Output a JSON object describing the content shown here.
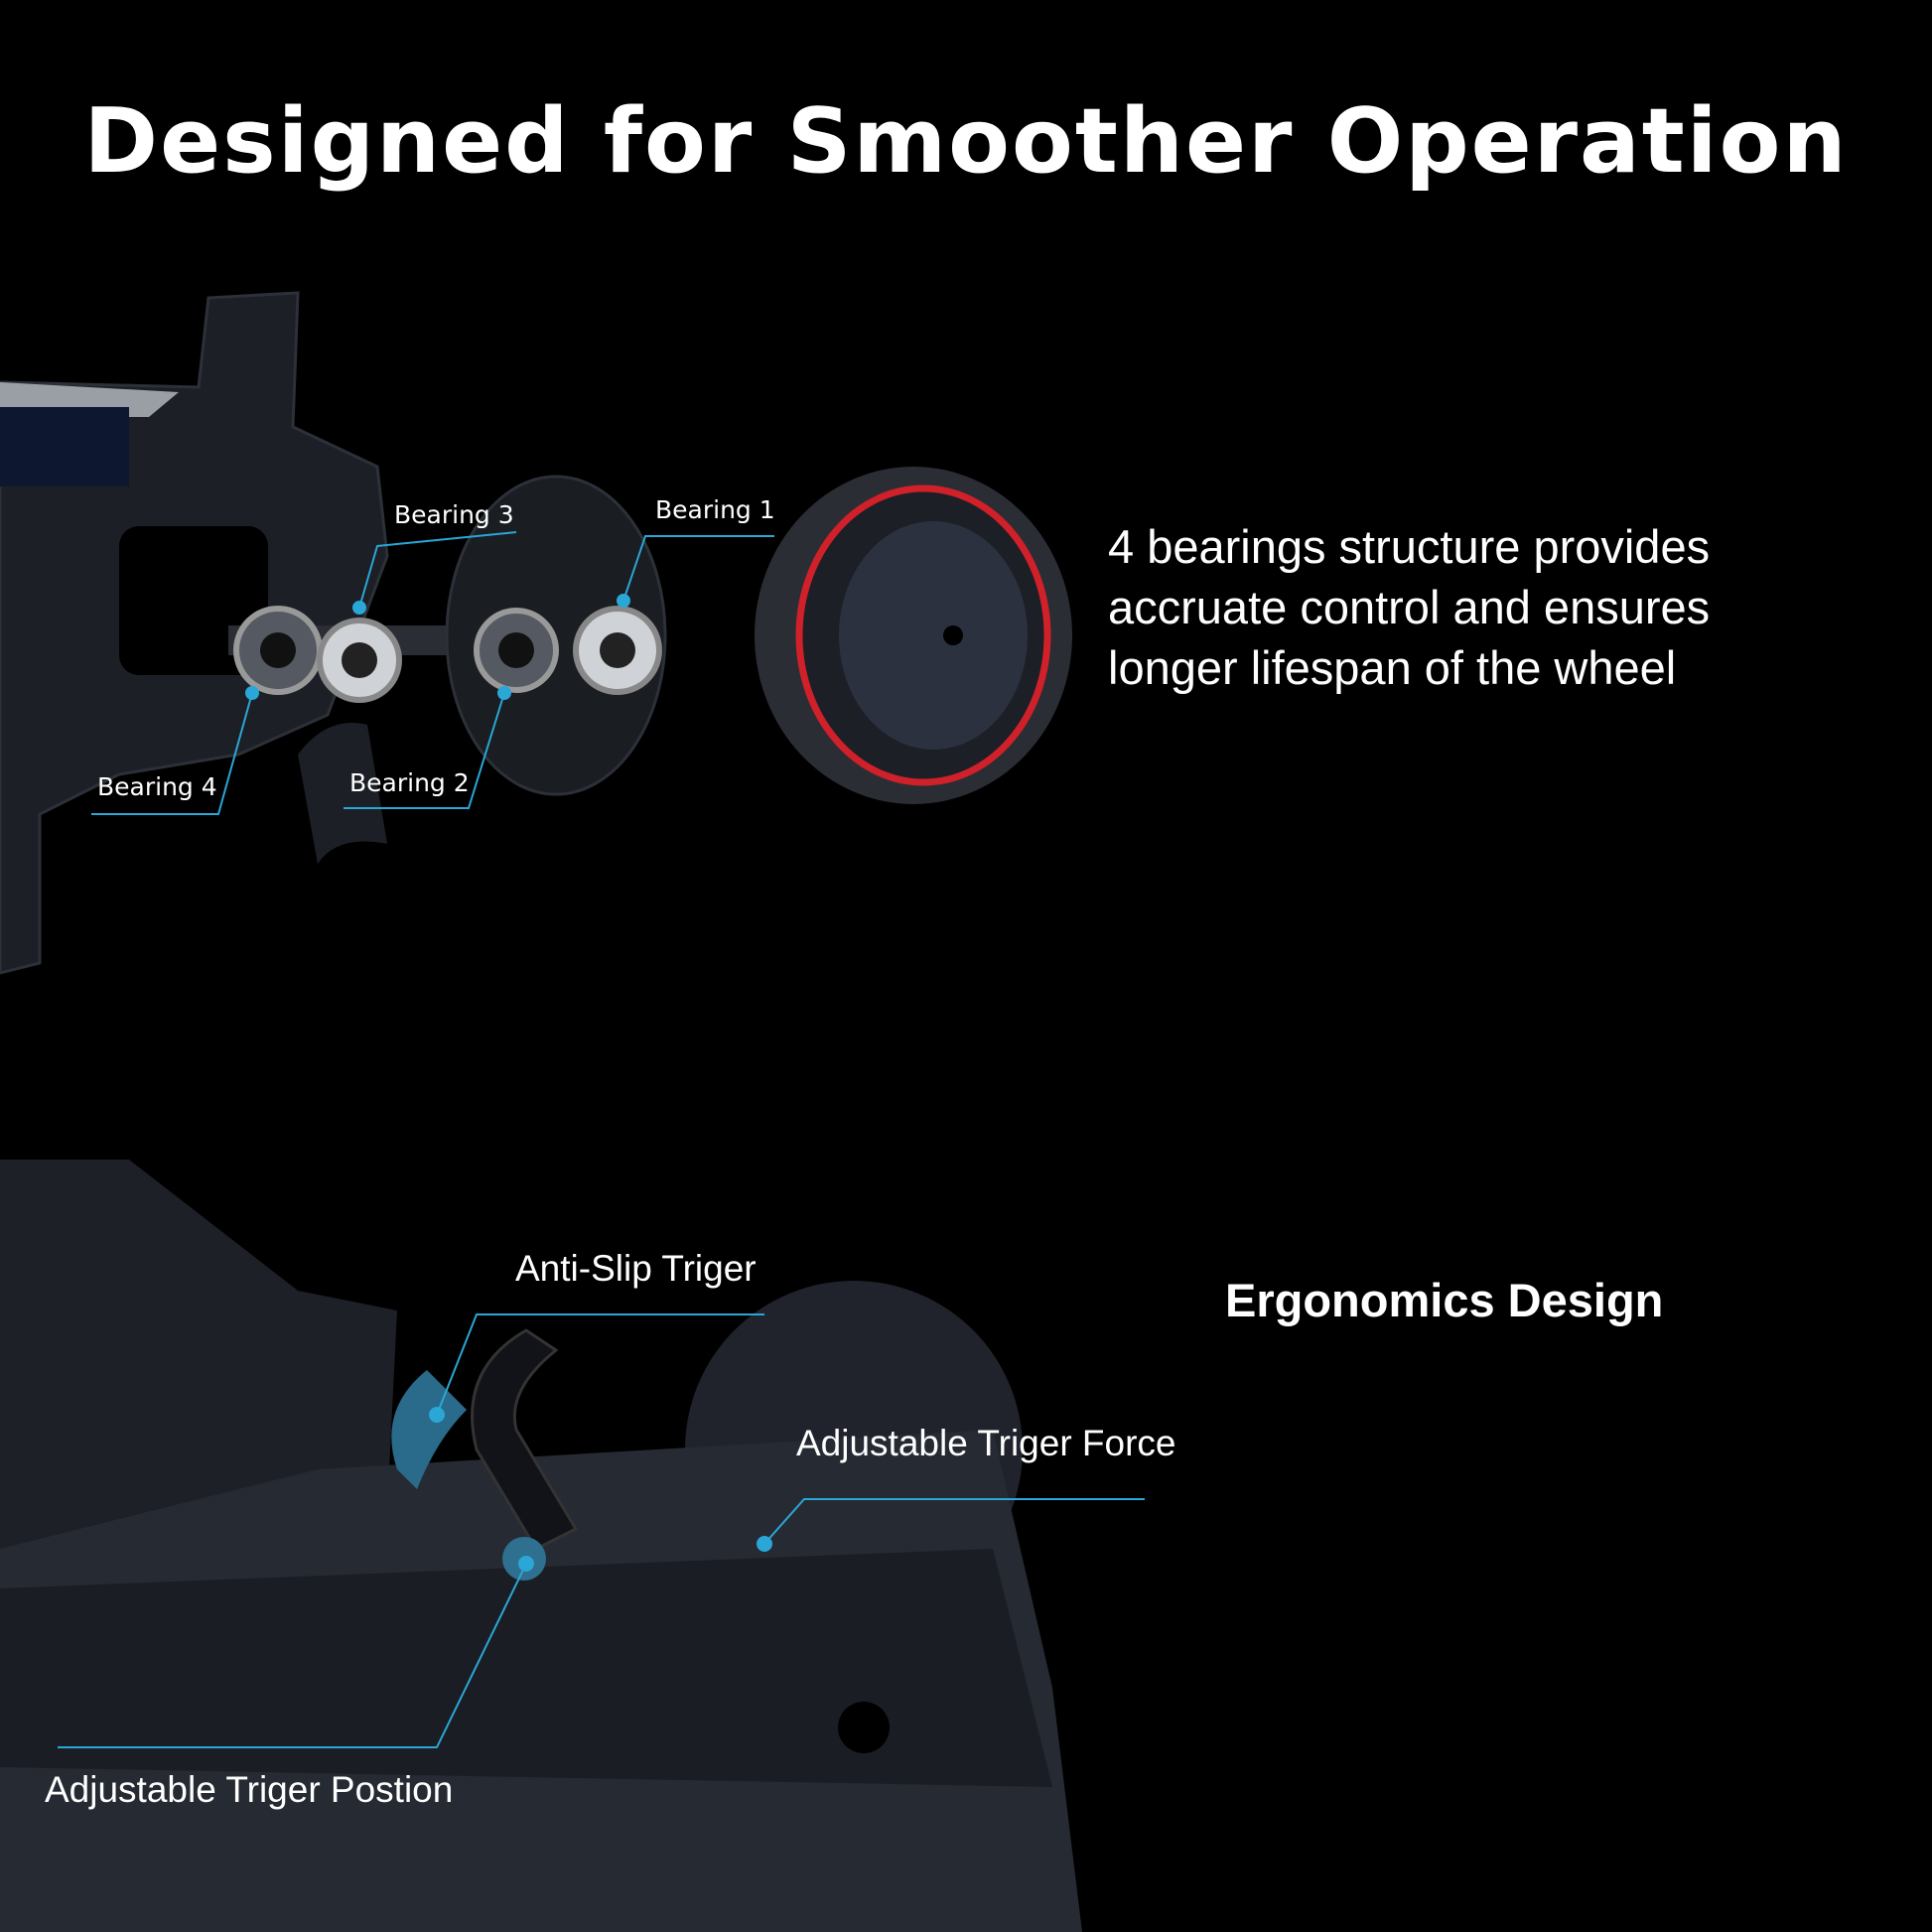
{
  "title": "Designed for Smoother Operation",
  "section1": {
    "description_lines": [
      "4 bearings structure provides",
      "accruate control and ensures",
      "longer lifespan of the wheel"
    ],
    "labels": {
      "bearing1": "Bearing 1",
      "bearing2": "Bearing 2",
      "bearing3": "Bearing 3",
      "bearing4": "Bearing 4"
    }
  },
  "section2": {
    "heading": "Ergonomics Design",
    "labels": {
      "anti_slip": "Anti-Slip Triger",
      "force": "Adjustable Triger Force",
      "position": "Adjustable Triger Postion"
    }
  },
  "colors": {
    "callout": "#2aa7d6",
    "tire_rim": "#d0202a",
    "body": "#22252c"
  }
}
